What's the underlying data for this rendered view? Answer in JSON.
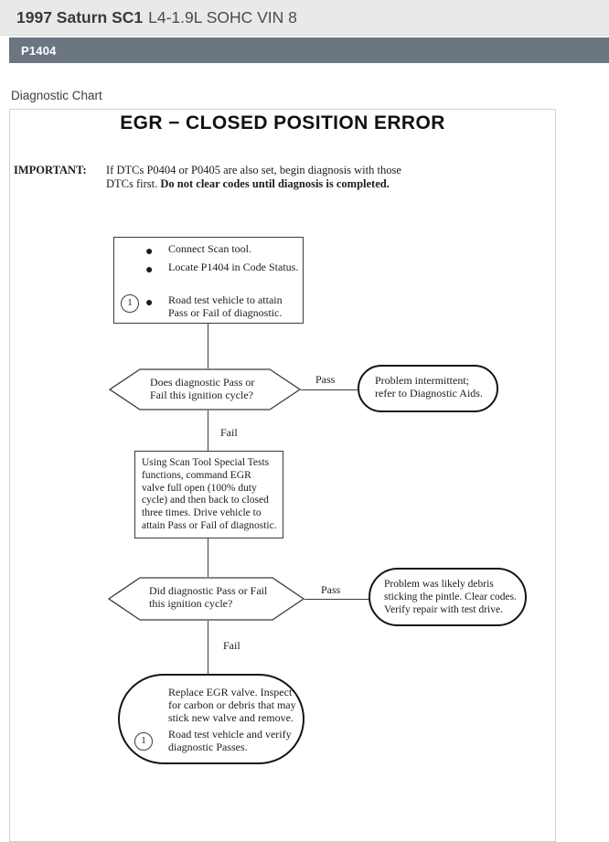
{
  "header": {
    "title_bold": "1997 Saturn SC1",
    "title_rest": "L4-1.9L SOHC VIN 8"
  },
  "code_bar": {
    "label": "P1404"
  },
  "section_label": "Diagnostic Chart",
  "chart": {
    "title": "EGR  −  CLOSED POSITION ERROR",
    "bullet_glyph": "●",
    "important": {
      "label": "IMPORTANT:",
      "line1": "If DTCs P0404 or P0405 are also set, begin diagnosis with those",
      "line2_regular": "DTCs first. ",
      "line2_bold": "Do not clear codes until diagnosis is completed."
    },
    "step1": {
      "marker": "1",
      "item1": "Connect Scan tool.",
      "item2": "Locate P1404 in Code Status.",
      "item3": "Road test vehicle to attain\nPass or Fail of diagnostic."
    },
    "decision1": {
      "text": "Does diagnostic Pass or\nFail this ignition cycle?",
      "pass_label": "Pass",
      "fail_label": "Fail"
    },
    "result1": {
      "text": "Problem intermittent;\nrefer  to Diagnostic Aids."
    },
    "step2": {
      "text": "Using Scan Tool Special Tests\nfunctions, command EGR\nvalve full open (100% duty\ncycle) and then back to closed\nthree times. Drive vehicle to\nattain Pass or Fail of diagnostic."
    },
    "decision2": {
      "text": "Did diagnostic Pass or Fail\nthis ignition cycle?",
      "pass_label": "Pass",
      "fail_label": "Fail"
    },
    "result2": {
      "text": "Problem was likely debris\nsticking the pintle. Clear codes.\nVerify repair with test drive."
    },
    "final": {
      "text1": "Replace EGR valve. Inspect\nfor carbon or debris that may\nstick new valve and remove.",
      "marker": "1",
      "text2": "Road test vehicle and verify\ndiagnostic Passes."
    }
  }
}
